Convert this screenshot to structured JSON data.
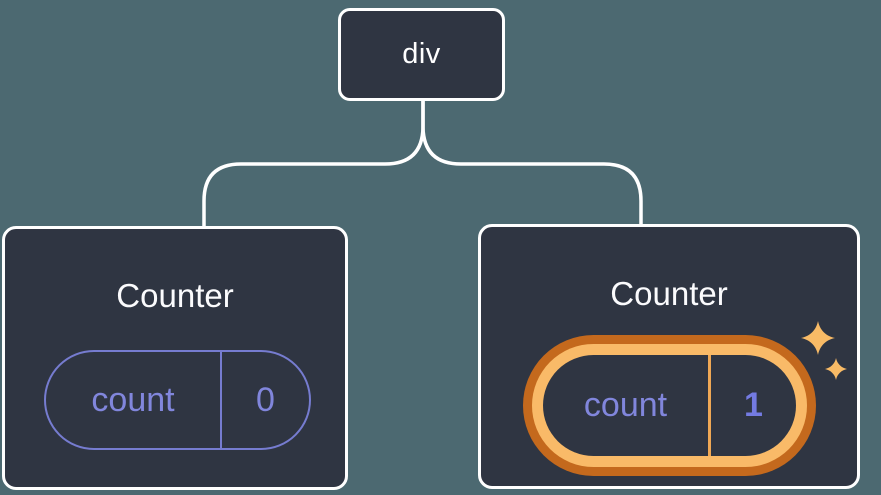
{
  "diagram": {
    "root": {
      "label": "div"
    },
    "counters": [
      {
        "title": "Counter",
        "state_key": "count",
        "state_value": "0",
        "highlighted": false
      },
      {
        "title": "Counter",
        "state_key": "count",
        "state_value": "1",
        "highlighted": true
      }
    ]
  },
  "icons": {
    "sparkles": "four-point-stars"
  },
  "colors": {
    "background": "#4C6971",
    "card": "#2F3542",
    "stroke": "#FFFFFF",
    "lavender": "#8186DC",
    "lavender_border": "#767CD0",
    "purple_bold": "#747BE2",
    "orange_dark": "#C4691D",
    "orange_light": "#F9BA68",
    "orange_divider": "#F0A855",
    "sparkle": "#F9BB66"
  }
}
